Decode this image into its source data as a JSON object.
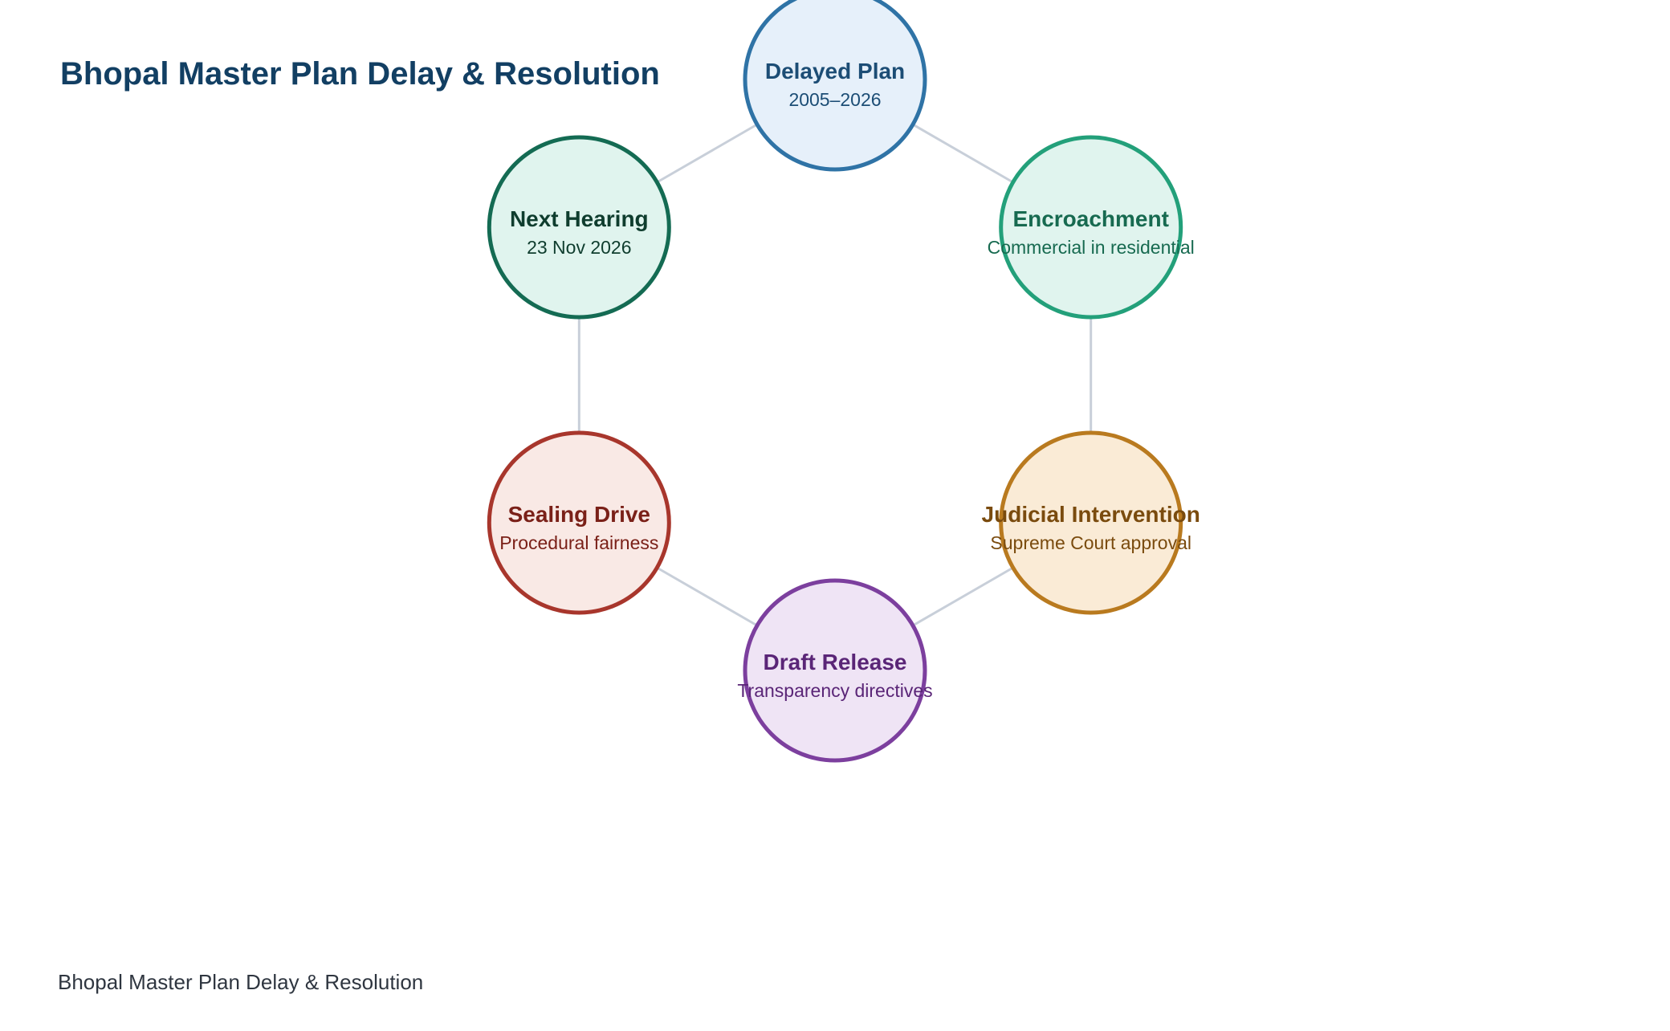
{
  "title": "Bhopal Master Plan Delay & Resolution",
  "footer": "Bhopal Master Plan Delay & Resolution",
  "connector_color": "#c8cfd9",
  "nodes": [
    {
      "id": "delayed-plan",
      "label": "Delayed Plan",
      "sub": "2005–2026",
      "stroke": "#2f73a6",
      "fill": "#e6f0fa",
      "text": "#1c4d75"
    },
    {
      "id": "encroachment",
      "label": "Encroachment",
      "sub": "Commercial in residential",
      "stroke": "#23a07a",
      "fill": "#e0f4ee",
      "text": "#176a50"
    },
    {
      "id": "judicial-intervention",
      "label": "Judicial Intervention",
      "sub": "Supreme Court approval",
      "stroke": "#b97a1f",
      "fill": "#faebd6",
      "text": "#7a4b0e"
    },
    {
      "id": "draft-release",
      "label": "Draft Release",
      "sub": "Transparency directives",
      "stroke": "#7c3f9e",
      "fill": "#efe4f5",
      "text": "#5a2577"
    },
    {
      "id": "sealing-drive",
      "label": "Sealing Drive",
      "sub": "Procedural fairness",
      "stroke": "#a8362c",
      "fill": "#f9e9e5",
      "text": "#7a2018"
    },
    {
      "id": "next-hearing",
      "label": "Next Hearing",
      "sub": "23 Nov 2026",
      "stroke": "#146b53",
      "fill": "#e0f4ee",
      "text": "#0f3d2e"
    }
  ]
}
